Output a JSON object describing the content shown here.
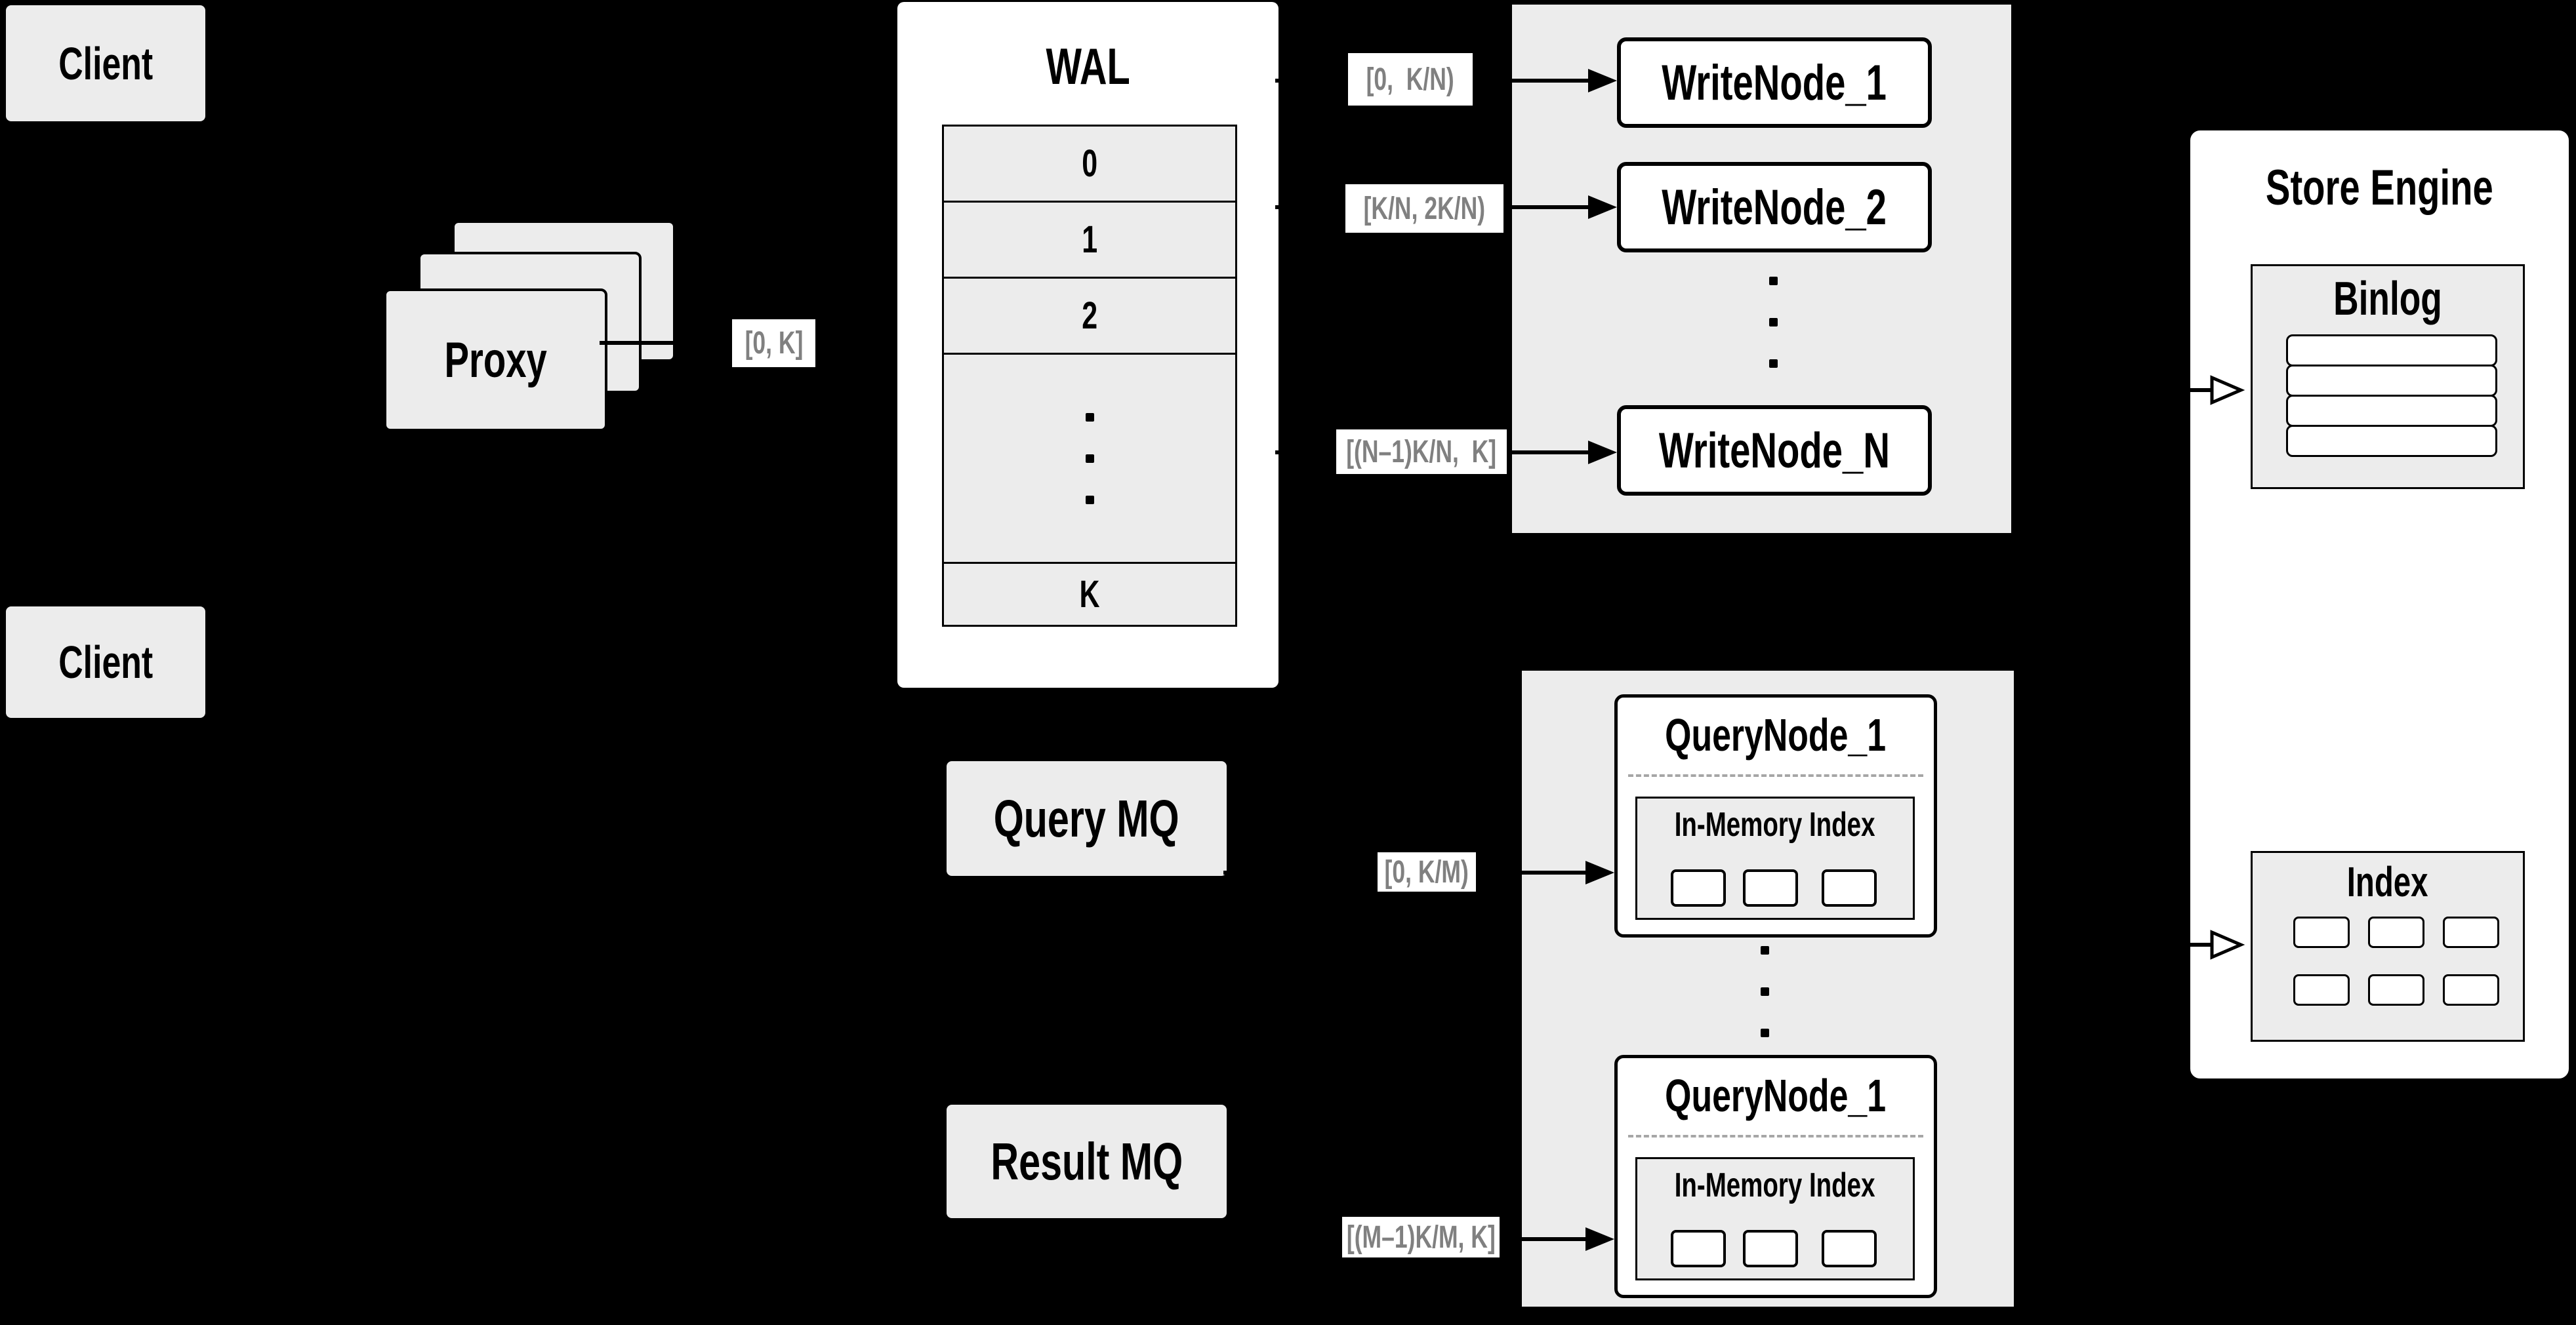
{
  "colors": {
    "background": "#000000",
    "panel": "#ececec",
    "node_fill": "#ffffff",
    "line": "#000000",
    "range_label_text": "#808080",
    "divider_dash": "#a6a6a6"
  },
  "clients": {
    "top": "Client",
    "bottom": "Client"
  },
  "proxy": {
    "label": "Proxy"
  },
  "wal": {
    "title": "WAL",
    "segments": [
      "0",
      "1",
      "2"
    ],
    "last_segment": "K"
  },
  "mq": {
    "query": "Query MQ",
    "result": "Result MQ"
  },
  "write_nodes": {
    "panel_items": [
      "WriteNode_1",
      "WriteNode_2",
      "WriteNode_N"
    ]
  },
  "query_nodes": {
    "top": {
      "title": "QueryNode_1",
      "memory_index": "In-Memory Index"
    },
    "bottom": {
      "title": "QueryNode_1",
      "memory_index": "In-Memory Index"
    }
  },
  "store_engine": {
    "title": "Store Engine",
    "binlog": "Binlog",
    "index": "Index"
  },
  "ranges": {
    "proxy_to_wal": "[0, K]",
    "wal_to_write_1": "[0,  K/N)",
    "wal_to_write_2": "[K/N, 2K/N)",
    "wal_to_write_n": "[(N–1)K/N,  K]",
    "mq_to_query_1": "[0, K/M)",
    "mq_to_query_m": "[(M–1)K/M, K]"
  }
}
